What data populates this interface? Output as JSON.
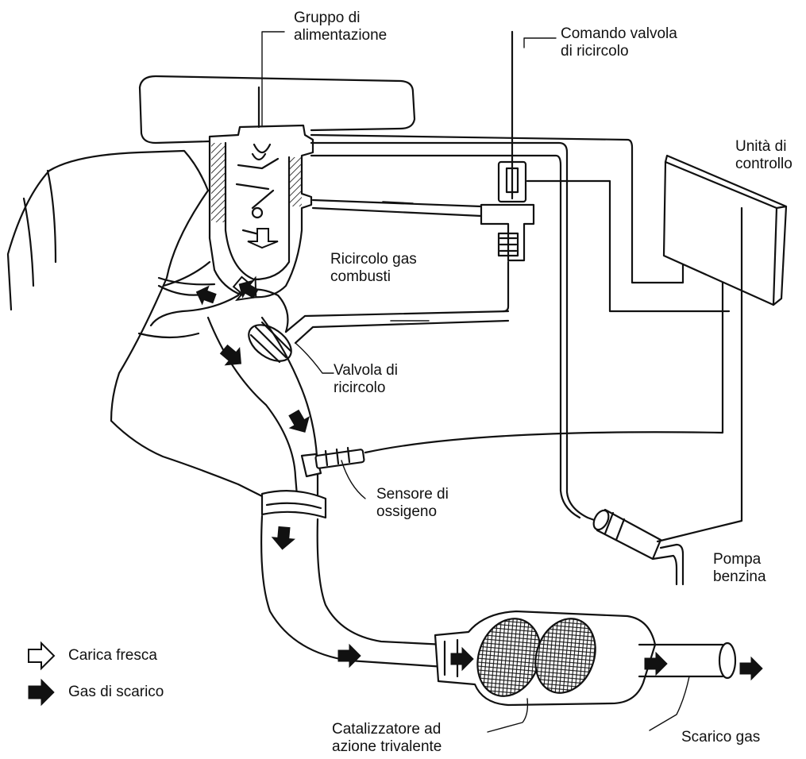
{
  "labels": {
    "gruppo_alimentazione": [
      "Gruppo di",
      "alimentazione"
    ],
    "comando_valvola": [
      "Comando valvola",
      "di ricircolo"
    ],
    "unita_controllo": [
      "Unità di",
      "controllo"
    ],
    "ricircolo_gas": [
      "Ricircolo gas",
      "combusti"
    ],
    "valvola_ricircolo": [
      "Valvola di",
      "ricircolo"
    ],
    "sensore_ossigeno": [
      "Sensore di",
      "ossigeno"
    ],
    "pompa_benzina": [
      "Pompa",
      "benzina"
    ],
    "catalizzatore": [
      "Catalizzatore ad",
      "azione trivalente"
    ],
    "scarico_gas": "Scarico gas"
  },
  "legend": [
    {
      "label": "Carica fresca",
      "icon": "hollow-arrow-icon"
    },
    {
      "label": "Gas di scarico",
      "icon": "solid-arrow-icon"
    }
  ],
  "colors": {
    "ink": "#111111",
    "paper": "#ffffff"
  }
}
